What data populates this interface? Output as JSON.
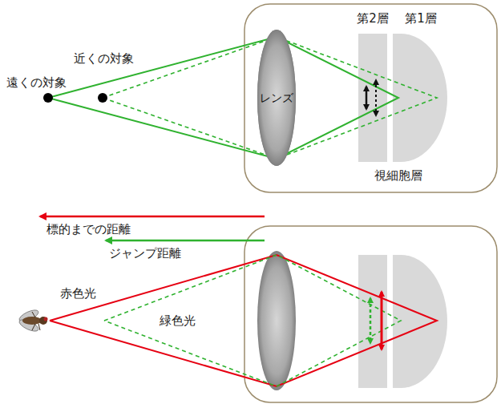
{
  "diagram": {
    "nodes": [
      {
        "text": [
          "レンズ"
        ]
      }
    ],
    "labels": [
      "遠くの対象",
      "近くの対象",
      "第2層",
      "第1層",
      "視細胞層",
      "標的までの距離",
      "ジャンプ距離",
      "赤色光",
      "緑色光"
    ]
  }
}
